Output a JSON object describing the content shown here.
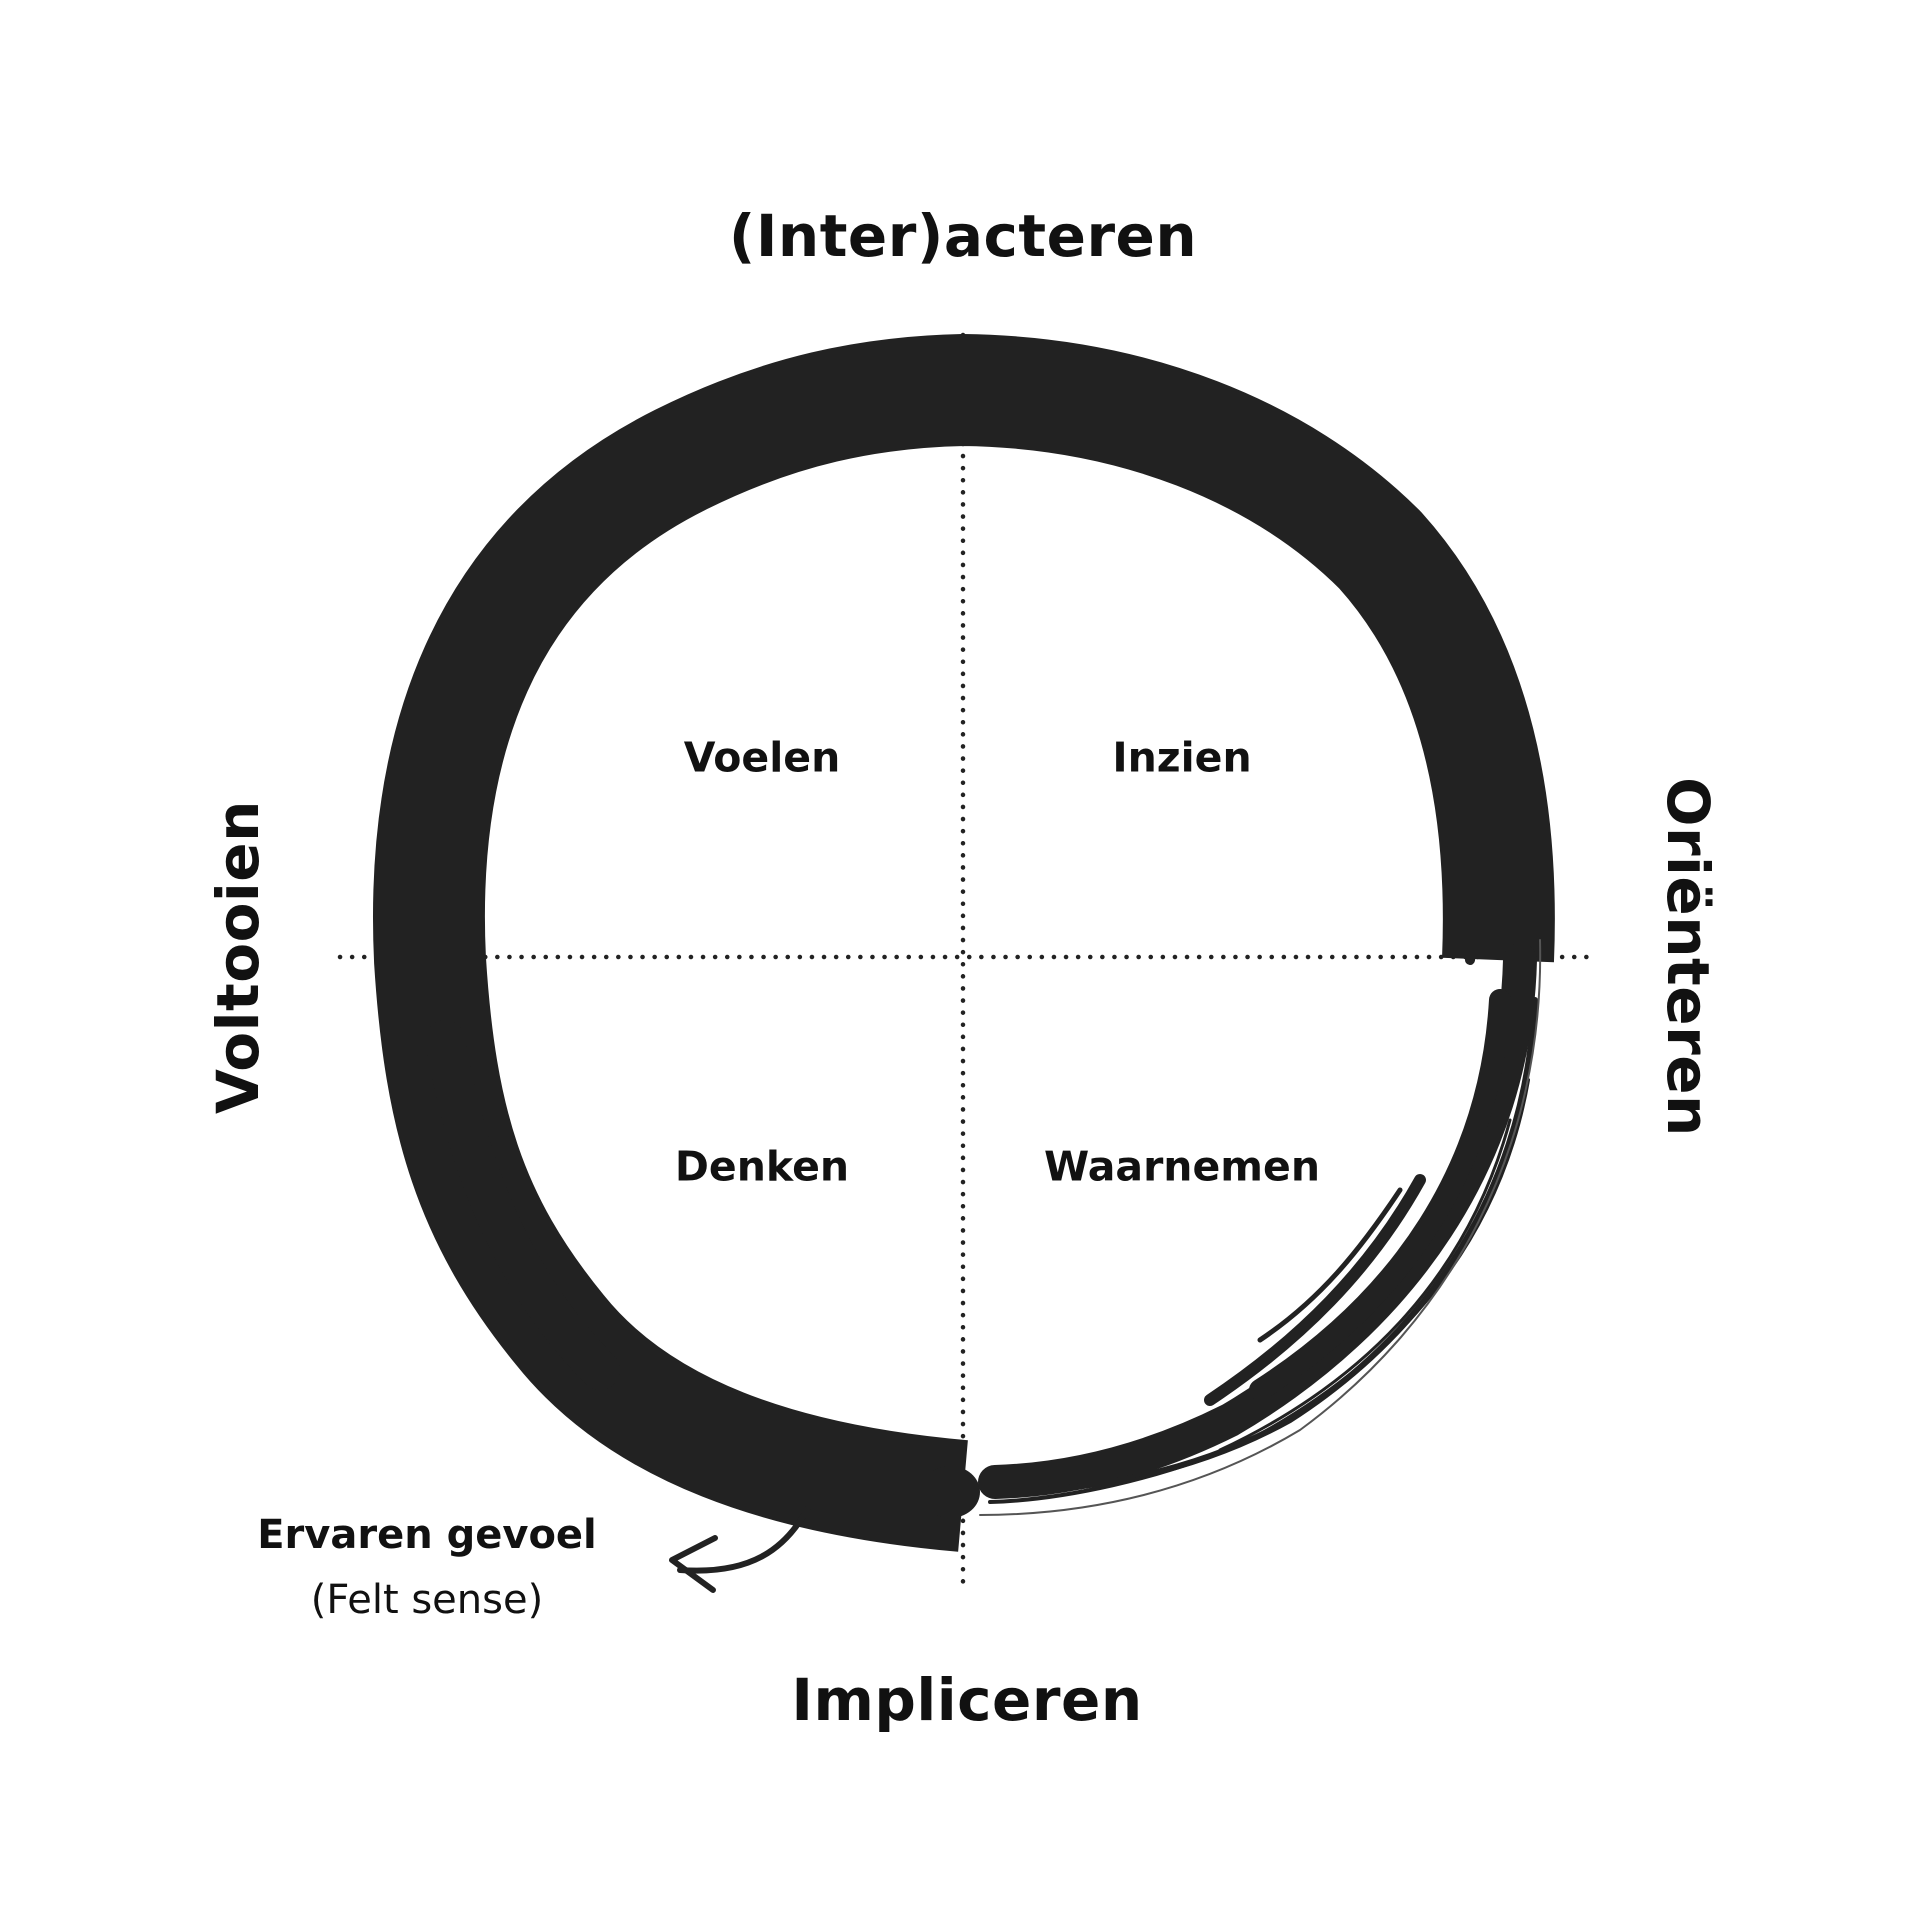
{
  "axes": {
    "top": "(Inter)acteren",
    "bottom": "Impliceren",
    "left": "Voltooien",
    "right": "Oriënteren"
  },
  "quadrants": {
    "top_left": "Voelen",
    "top_right": "Inzien",
    "bottom_left": "Denken",
    "bottom_right": "Waarnemen"
  },
  "annotation": {
    "title": "Ervaren gevoel",
    "subtitle": "(Felt sense)"
  },
  "colors": {
    "ink": "#222222",
    "text": "#111111",
    "background": "#ffffff"
  }
}
